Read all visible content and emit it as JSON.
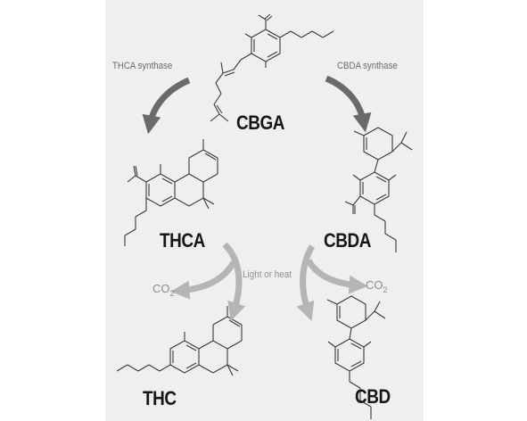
{
  "compounds": {
    "cbga": "CBGA",
    "thca": "THCA",
    "cbda": "CBDA",
    "thc": "THC",
    "cbd": "CBD"
  },
  "enzymes": {
    "thca_synthase": "THCA synthase",
    "cbda_synthase": "CBDA synthase"
  },
  "byproduct": {
    "main": "CO",
    "subscript": "2"
  },
  "condition": "Light or heat",
  "colors": {
    "panel": "#efefef",
    "enzyme_arrow": "#6a6a6a",
    "decarboxylation_arrow": "#b5b5b5",
    "bonds": "#3a3a3a",
    "compound_label": "#161616"
  }
}
